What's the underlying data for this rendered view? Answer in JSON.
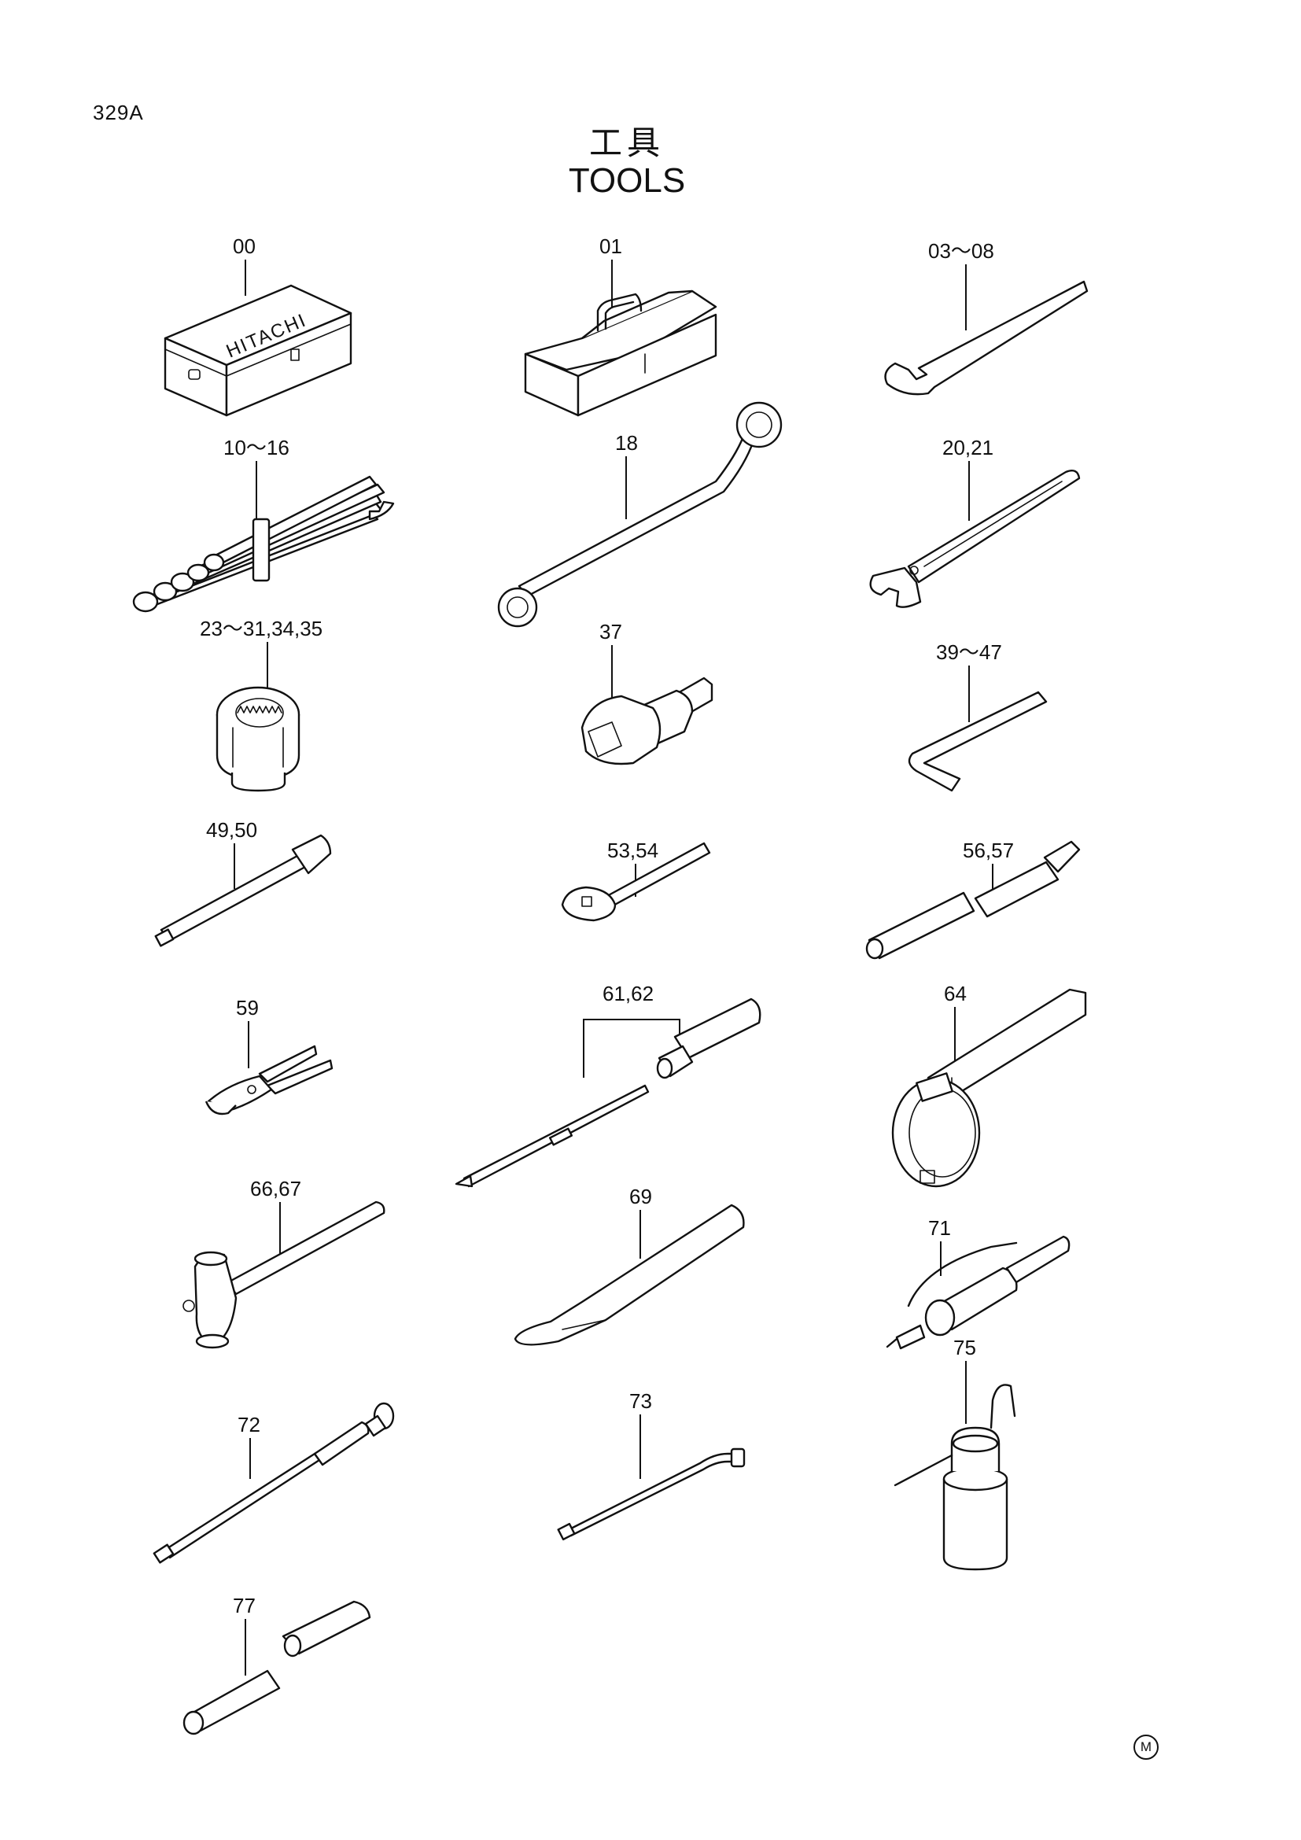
{
  "page_code": "329A",
  "title": {
    "jp": "工具",
    "en": "TOOLS"
  },
  "box_brand": "HITACHI",
  "items": [
    {
      "label": "00",
      "icon": "tool-box-icon"
    },
    {
      "label": "01",
      "icon": "tool-case-icon"
    },
    {
      "label": "03～08",
      "icon": "open-end-wrench-icon"
    },
    {
      "label": "10～16",
      "icon": "wrench-set-icon"
    },
    {
      "label": "18",
      "icon": "offset-box-wrench-icon"
    },
    {
      "label": "20,21",
      "icon": "adjustable-wrench-icon"
    },
    {
      "label": "23～31,34,35",
      "icon": "socket-icon"
    },
    {
      "label": "37",
      "icon": "square-drive-adapter-icon"
    },
    {
      "label": "39～47",
      "icon": "hex-key-icon"
    },
    {
      "label": "49,50",
      "icon": "extension-bar-icon"
    },
    {
      "label": "53,54",
      "icon": "ratchet-handle-icon"
    },
    {
      "label": "56,57",
      "icon": "pipe-handle-icon"
    },
    {
      "label": "59",
      "icon": "pliers-icon"
    },
    {
      "label": "61,62",
      "icon": "screwdriver-icon"
    },
    {
      "label": "64",
      "icon": "filter-wrench-icon"
    },
    {
      "label": "66,67",
      "icon": "hammer-icon"
    },
    {
      "label": "69",
      "icon": "chisel-icon"
    },
    {
      "label": "71",
      "icon": "grease-gun-icon"
    },
    {
      "label": "72",
      "icon": "grease-hose-icon"
    },
    {
      "label": "73",
      "icon": "grease-nozzle-icon"
    },
    {
      "label": "75",
      "icon": "oil-can-icon"
    },
    {
      "label": "77",
      "icon": "pipe-icon"
    }
  ],
  "footer_mark": "M"
}
